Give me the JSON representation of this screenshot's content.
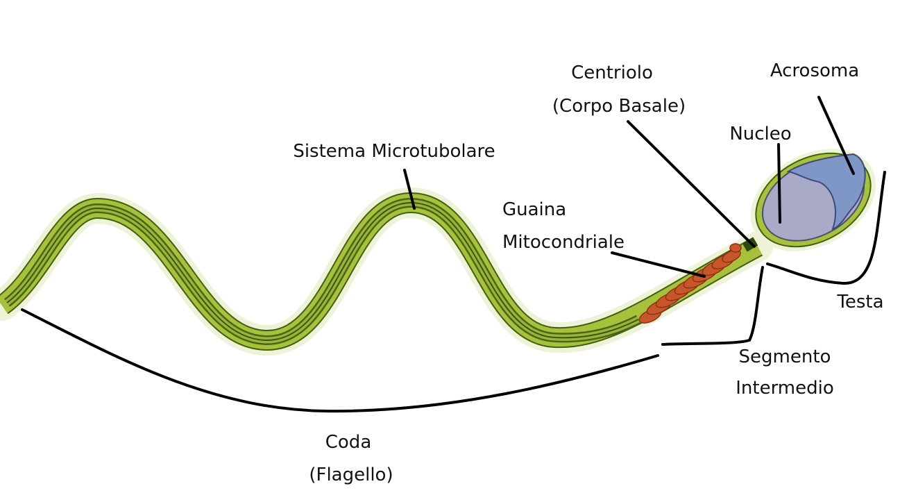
{
  "labels": {
    "centriolo": "Centriolo",
    "corpo_basale": "(Corpo Basale)",
    "acrosoma": "Acrosoma",
    "nucleo": "Nucleo",
    "sistema_microtubolare": "Sistema Microtubolare",
    "guaina": "Guaina",
    "mitocondriale": "Mitocondriale",
    "testa": "Testa",
    "segmento": "Segmento",
    "intermedio": "Intermedio",
    "coda": "Coda",
    "flagello": "(Flagello)"
  },
  "colors": {
    "tail_outer": "#3f5f12",
    "tail_fill": "#a8c13a",
    "mitochondria": "#c9562a",
    "nucleus": "#a9a9c8",
    "acrosome": "#7f97c6",
    "leader": "#000000"
  }
}
